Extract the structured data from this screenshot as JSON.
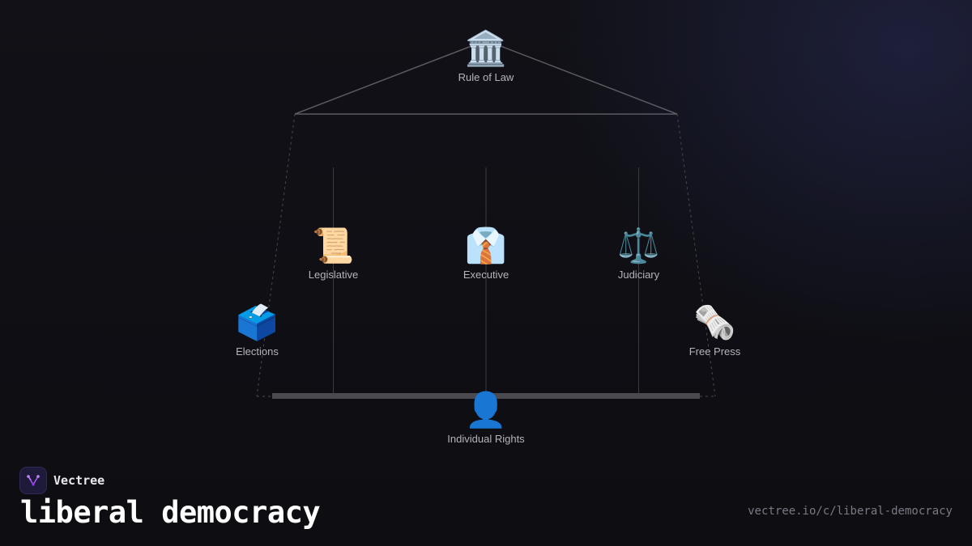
{
  "diagram": {
    "nodes": {
      "rule_of_law": {
        "icon": "🏛️",
        "icon_name": "classical-building-icon",
        "label": "Rule of Law"
      },
      "legislative": {
        "icon": "📜",
        "icon_name": "scroll-icon",
        "label": "Legislative"
      },
      "executive": {
        "icon": "👔",
        "icon_name": "necktie-icon",
        "label": "Executive"
      },
      "judiciary": {
        "icon": "⚖️",
        "icon_name": "balance-scale-icon",
        "label": "Judiciary"
      },
      "elections": {
        "icon": "🗳️",
        "icon_name": "ballot-box-icon",
        "label": "Elections"
      },
      "free_press": {
        "icon": "🗞️",
        "icon_name": "rolled-newspaper-icon",
        "label": "Free Press"
      },
      "individual_rights": {
        "icon": "👤",
        "icon_name": "person-silhouette-icon",
        "label": "Individual Rights"
      }
    },
    "colors": {
      "roof_line": "#5a5a60",
      "column_line": "#3a3a40",
      "outline_dashed": "#48484e",
      "base_bar": "#4a4a4f"
    }
  },
  "brand": {
    "name": "Vectree",
    "logo_icon": "vectree-logo-icon",
    "accent": "#a855f7"
  },
  "title": "liberal democracy",
  "url": "vectree.io/c/liberal-democracy"
}
